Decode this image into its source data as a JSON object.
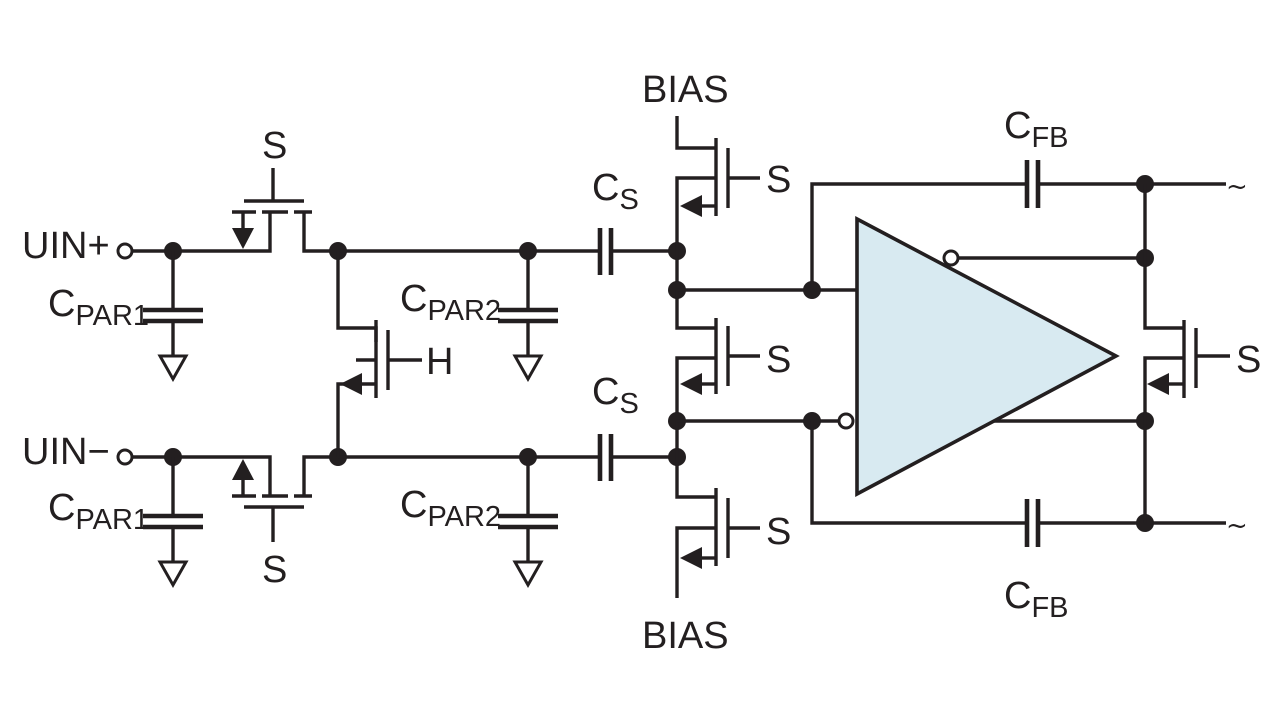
{
  "labels": {
    "uin_plus": "UIN+",
    "uin_minus": "UIN−",
    "cpar1": {
      "main": "C",
      "sub": "PAR1"
    },
    "cpar2": {
      "main": "C",
      "sub": "PAR2"
    },
    "cs": {
      "main": "C",
      "sub": "S"
    },
    "cfb": {
      "main": "C",
      "sub": "FB"
    },
    "s": "S",
    "h": "H",
    "bias": "BIAS",
    "break_mark": "~"
  },
  "colors": {
    "wire": "#231f20",
    "amplifier_fill": "#d8eaf1",
    "background": "#ffffff"
  }
}
